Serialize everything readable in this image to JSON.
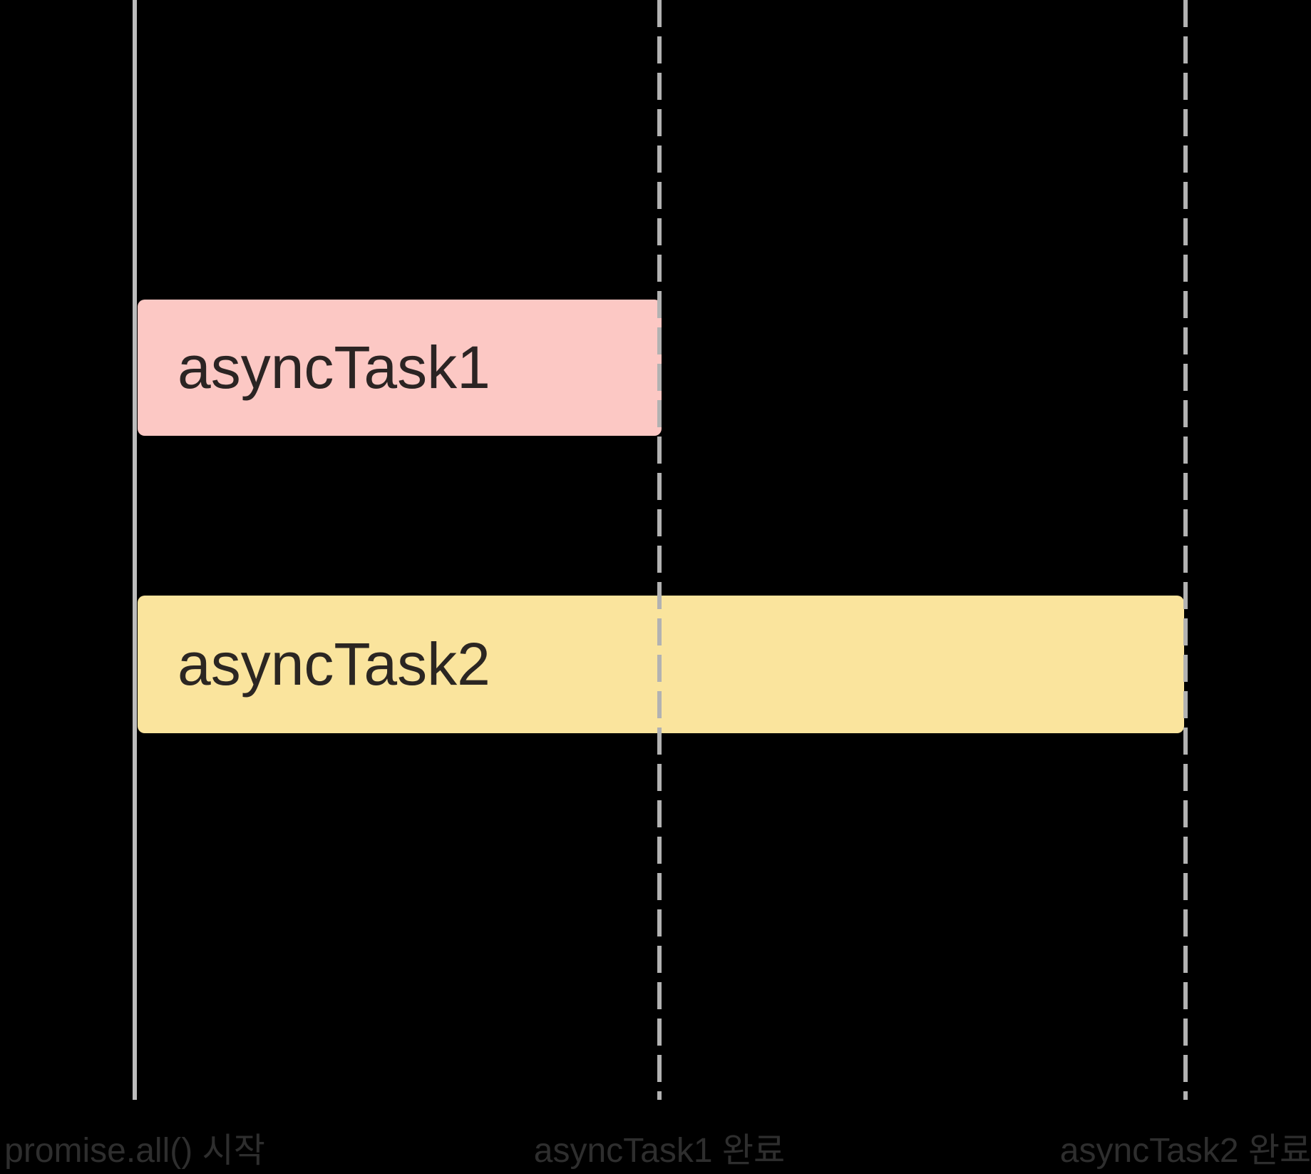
{
  "diagram": {
    "description": "Promise.all concurrent task timeline",
    "background": "#000000"
  },
  "tasks": [
    {
      "label": "asyncTask1",
      "fill": "#fcc8c4",
      "text_color": "#2b2423"
    },
    {
      "label": "asyncTask2",
      "fill": "#fae49d",
      "text_color": "#2b2622"
    }
  ],
  "milestones": [
    {
      "label": "promise.all() 시작",
      "line_style": "solid"
    },
    {
      "label": "asyncTask1 완료",
      "line_style": "dashed"
    },
    {
      "label": "asyncTask2 완료",
      "line_style": "dashed"
    }
  ],
  "colors": {
    "solid_line": "#bcbcbc",
    "dashed_line": "#b2b2b2",
    "milestone_text": "#2e2e2e"
  }
}
